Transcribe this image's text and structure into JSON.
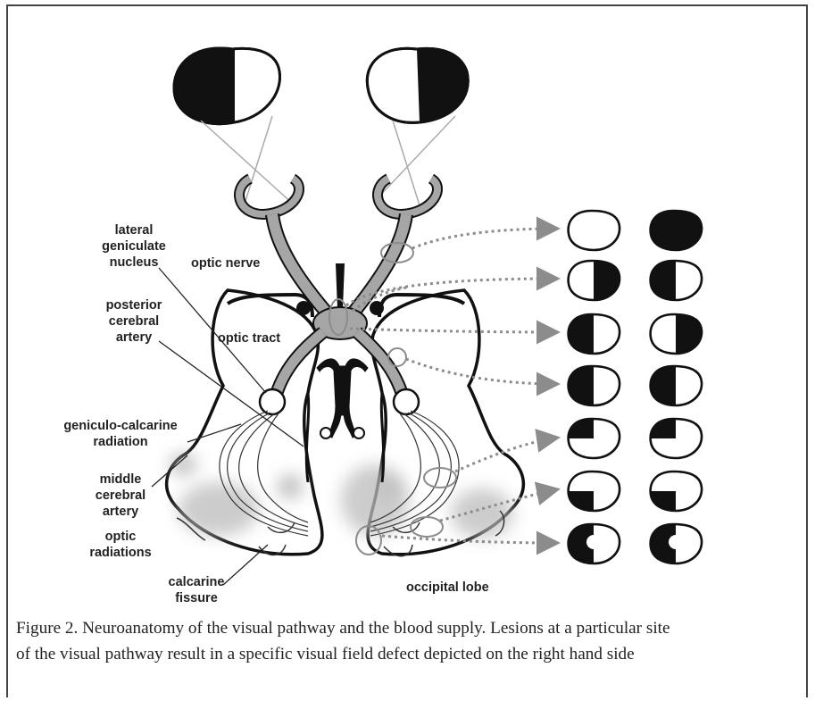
{
  "labels": {
    "lgn": [
      "lateral",
      "geniculate",
      "nucleus"
    ],
    "optic_nerve": "optic nerve",
    "pca": [
      "posterior",
      "cerebral",
      "artery"
    ],
    "optic_tract": "optic tract",
    "gcr": [
      "geniculo-calcarine",
      "radiation"
    ],
    "mca": [
      "middle",
      "cerebral",
      "artery"
    ],
    "optic_radiations": [
      "optic",
      "radiations"
    ],
    "calcarine": [
      "calcarine",
      "fissure"
    ],
    "occipital": "occipital lobe"
  },
  "caption": {
    "line1": "Figure 2. Neuroanatomy of the visual pathway and the blood supply. Lesions at a particular site",
    "line2": "of the visual pathway result in a specific visual field defect depicted on the right hand side"
  },
  "colors": {
    "ink": "#111111",
    "pathway": "#a6a6a6",
    "shade": "#d2d2d2",
    "arrow": "#8c8c8c"
  },
  "defects": [
    {
      "left": "none",
      "right": "full"
    },
    {
      "left": "right-half",
      "right": "left-half"
    },
    {
      "left": "left-half",
      "right": "right-half"
    },
    {
      "left": "left-half",
      "right": "left-half"
    },
    {
      "left": "upper-left-quadrant",
      "right": "upper-left-quadrant"
    },
    {
      "left": "lower-left-quadrant",
      "right": "lower-left-quadrant"
    },
    {
      "left": "left-half-macular-sparing",
      "right": "left-half-macular-sparing"
    }
  ]
}
